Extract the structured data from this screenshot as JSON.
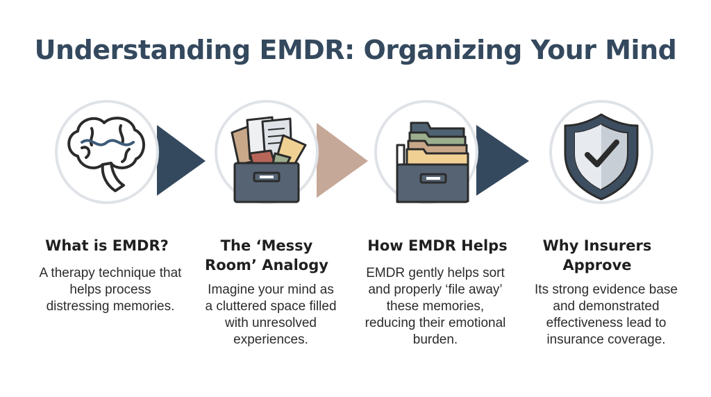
{
  "title": "Understanding EMDR: Organizing Your Mind",
  "colors": {
    "navy": "#34495e",
    "taupe": "#c6a898",
    "circle_border": "#dfe3e8",
    "folder_tan": "#c9a88a",
    "folder_red": "#b8665a",
    "folder_green": "#9cae8e",
    "folder_yellow": "#f1d193",
    "shield_fill": "#3d4e61"
  },
  "steps": [
    {
      "icon": "brain-icon",
      "heading": "What is EMDR?",
      "description": "A therapy technique that helps process distressing memories."
    },
    {
      "icon": "messy-drawer-icon",
      "heading": "The ‘Messy Room’ Analogy",
      "description": "Imagine your mind as a cluttered space filled with unresolved experiences."
    },
    {
      "icon": "organized-drawer-icon",
      "heading": "How EMDR Helps",
      "description": "EMDR gently helps sort and properly ‘file away’ these memories, reducing their emotional burden."
    },
    {
      "icon": "shield-check-icon",
      "heading": "Why Insurers Approve",
      "description": "Its strong evidence base and demonstrated effectiveness lead to insurance coverage."
    }
  ]
}
